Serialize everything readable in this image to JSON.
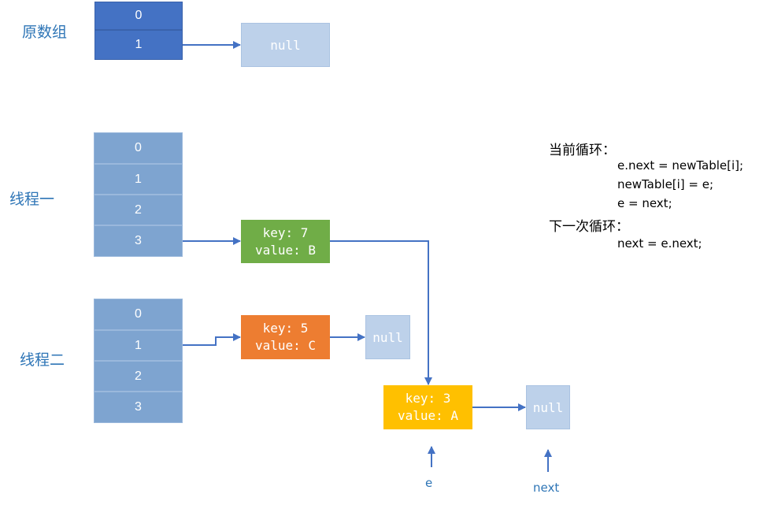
{
  "labels": {
    "original_array": "原数组",
    "thread_one": "线程一",
    "thread_two": "线程二"
  },
  "original_array": {
    "cells": [
      "0",
      "1"
    ],
    "null_label": "null"
  },
  "thread_one": {
    "cells": [
      "0",
      "1",
      "2",
      "3"
    ],
    "node_key": "key: 7",
    "node_value": "value: B"
  },
  "thread_two": {
    "cells": [
      "0",
      "1",
      "2",
      "3"
    ],
    "node_key": "key: 5",
    "node_value": "value: C",
    "null_label": "null"
  },
  "shared_node": {
    "key": "key: 3",
    "value": "value: A",
    "null_label": "null"
  },
  "pointers": {
    "e": "e",
    "next": "next"
  },
  "code": {
    "current_loop_title": "当前循环：",
    "current_lines": [
      "e.next  = newTable[i];",
      "newTable[i] = e;",
      "e = next;"
    ],
    "next_loop_title": "下一次循环：",
    "next_lines": [
      "next = e.next;"
    ]
  },
  "colors": {
    "label_blue": "#2e75b6",
    "original_cell": "#4472c4",
    "thread_cell": "#7ea4d0",
    "null_box": "#bdd1ea",
    "node_green": "#70ad47",
    "node_orange": "#ed7d31",
    "node_yellow": "#ffc000",
    "arrow": "#4472c4"
  }
}
